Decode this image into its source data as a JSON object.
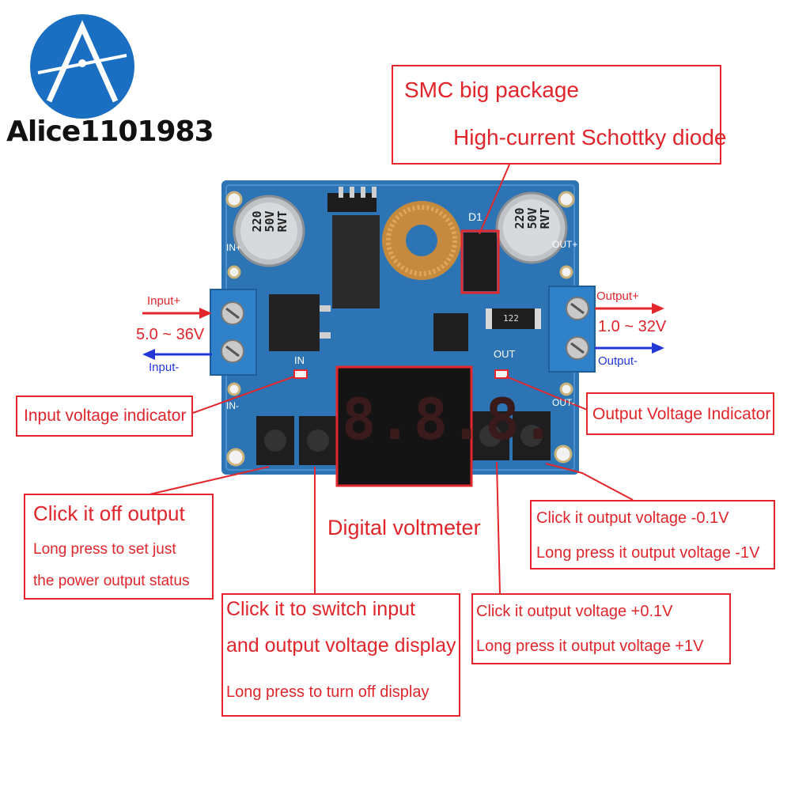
{
  "logo": {
    "text": "Alice1101983",
    "color": "#1a6fc2"
  },
  "board": {
    "capacitor_left_lines": [
      "220",
      "50V",
      "RVT"
    ],
    "capacitor_right_lines": [
      "220",
      "50V",
      "RVT"
    ],
    "diode_label": "D1",
    "resistor_code": "122",
    "in_label": "IN",
    "out_label": "OUT",
    "in_plus": "IN+",
    "in_minus": "IN-",
    "out_plus": "OUT+",
    "out_minus": "OUT-",
    "display_digits": "8.8.8."
  },
  "input": {
    "plus": "Input+",
    "range": "5.0 ~ 36V",
    "minus": "Input-"
  },
  "output": {
    "plus": "Output+",
    "range": "1.0 ~ 32V",
    "minus": "Output-"
  },
  "callouts": {
    "schottky": {
      "line1": "SMC big package",
      "line2": "High-current Schottky diode"
    },
    "input_indicator": "Input voltage indicator",
    "output_indicator": "Output Voltage Indicator",
    "off_output": {
      "line1": "Click it off output",
      "line2": "Long press to set just",
      "line3": "the power output status"
    },
    "voltmeter": "Digital voltmeter",
    "switch_display": {
      "line1": "Click it to switch input",
      "line2": "and output voltage display",
      "line3": "Long press to turn off display"
    },
    "minus_voltage": {
      "line1": "Click it output voltage -0.1V",
      "line2": "Long press it output voltage -1V"
    },
    "plus_voltage": {
      "line1": "Click it output voltage +0.1V",
      "line2": "Long press it output voltage +1V"
    }
  },
  "colors": {
    "annotation_red": "#e0252b",
    "board_blue": "#2a6fb0",
    "arrow_blue": "#2438d6"
  }
}
